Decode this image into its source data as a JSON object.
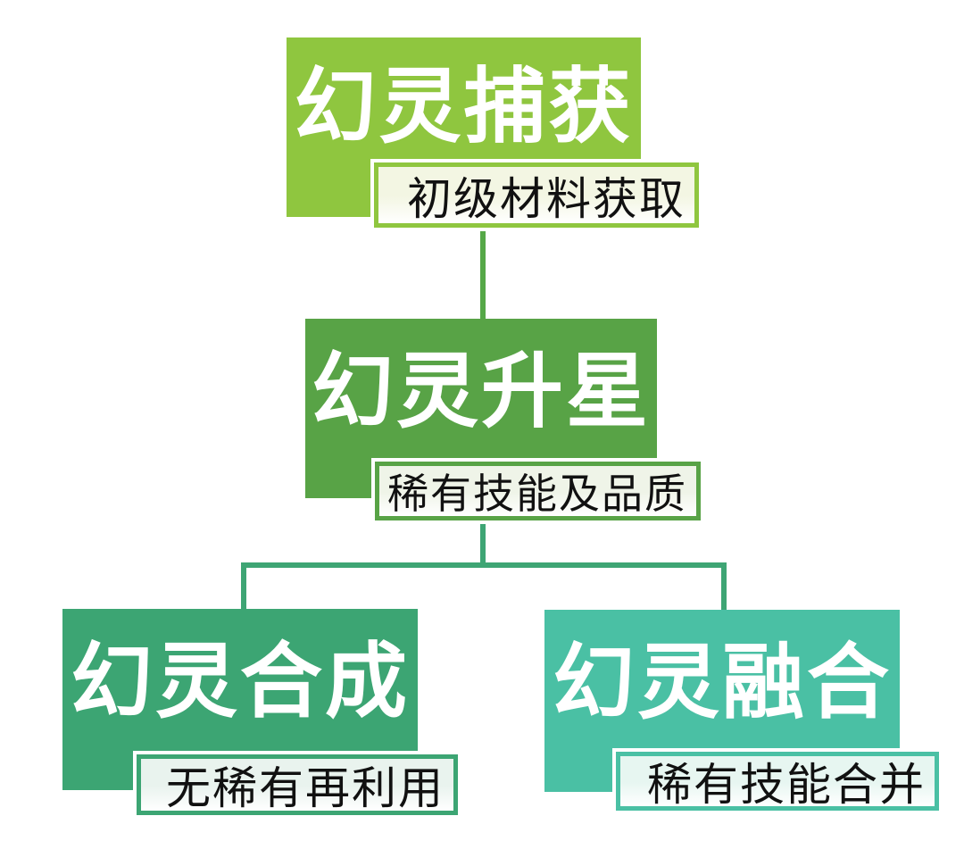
{
  "page": {
    "background": "#ffffff"
  },
  "diagram": {
    "nodes": [
      {
        "title": "幻灵捕获",
        "subtitle": "初级材料获取",
        "color": "#8FC63F",
        "subtitle_tint": "#F3F6E3"
      },
      {
        "title": "幻灵升星",
        "subtitle": "稀有技能及品质",
        "color": "#58A346",
        "subtitle_tint": "#EFF4E8"
      },
      {
        "title": "幻灵合成",
        "subtitle": "无稀有再利用",
        "color": "#3CA573",
        "subtitle_tint": "#E9F3EE"
      },
      {
        "title": "幻灵融合",
        "subtitle": "稀有技能合并",
        "color": "#4AC0A4",
        "subtitle_tint": "#E7F6F1"
      }
    ],
    "connectors": {
      "capture_to_starup_color": "#55A847",
      "tree_color": "#3EA574"
    },
    "text_colors": {
      "title": "#FFFFFF",
      "subtitle": "#111111"
    }
  }
}
